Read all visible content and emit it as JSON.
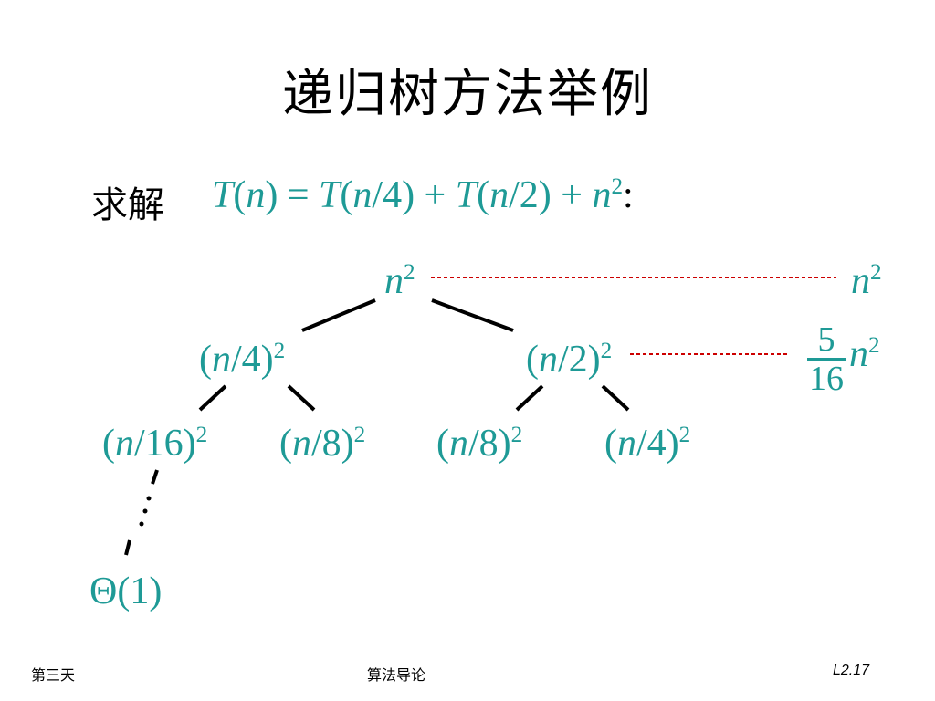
{
  "slide": {
    "title": "递归树方法举例",
    "solve_label": "求解",
    "equation": {
      "t1": "T",
      "p1": "(",
      "n1": "n",
      "p2": ") = ",
      "t2": "T",
      "p3": "(",
      "n2": "n",
      "p4": "/4) + ",
      "t3": "T",
      "p5": "(",
      "n3": "n",
      "p6": "/2) + ",
      "n4": "n",
      "exp": "2",
      "colon": ":"
    }
  },
  "tree": {
    "root": {
      "var": "n",
      "exp": "2"
    },
    "level1_left": {
      "open": "(",
      "var": "n",
      "rest": "/4)",
      "exp": "2"
    },
    "level1_right": {
      "open": "(",
      "var": "n",
      "rest": "/2)",
      "exp": "2"
    },
    "level2_a": {
      "open": "(",
      "var": "n",
      "rest": "/16)",
      "exp": "2"
    },
    "level2_b": {
      "open": "(",
      "var": "n",
      "rest": "/8)",
      "exp": "2"
    },
    "level2_c": {
      "open": "(",
      "var": "n",
      "rest": "/8)",
      "exp": "2"
    },
    "level2_d": {
      "open": "(",
      "var": "n",
      "rest": "/4)",
      "exp": "2"
    },
    "leaf": "Θ(1)"
  },
  "sums": {
    "level0": {
      "var": "n",
      "exp": "2"
    },
    "level1": {
      "numerator": "5",
      "denominator": "16",
      "var": "n",
      "exp": "2"
    }
  },
  "colors": {
    "math": "#1e9a96",
    "dashed_guide": "#cc0000",
    "edges": "#000000"
  },
  "footer": {
    "left": "第三天",
    "center": "算法导论",
    "right": "L2.17"
  }
}
